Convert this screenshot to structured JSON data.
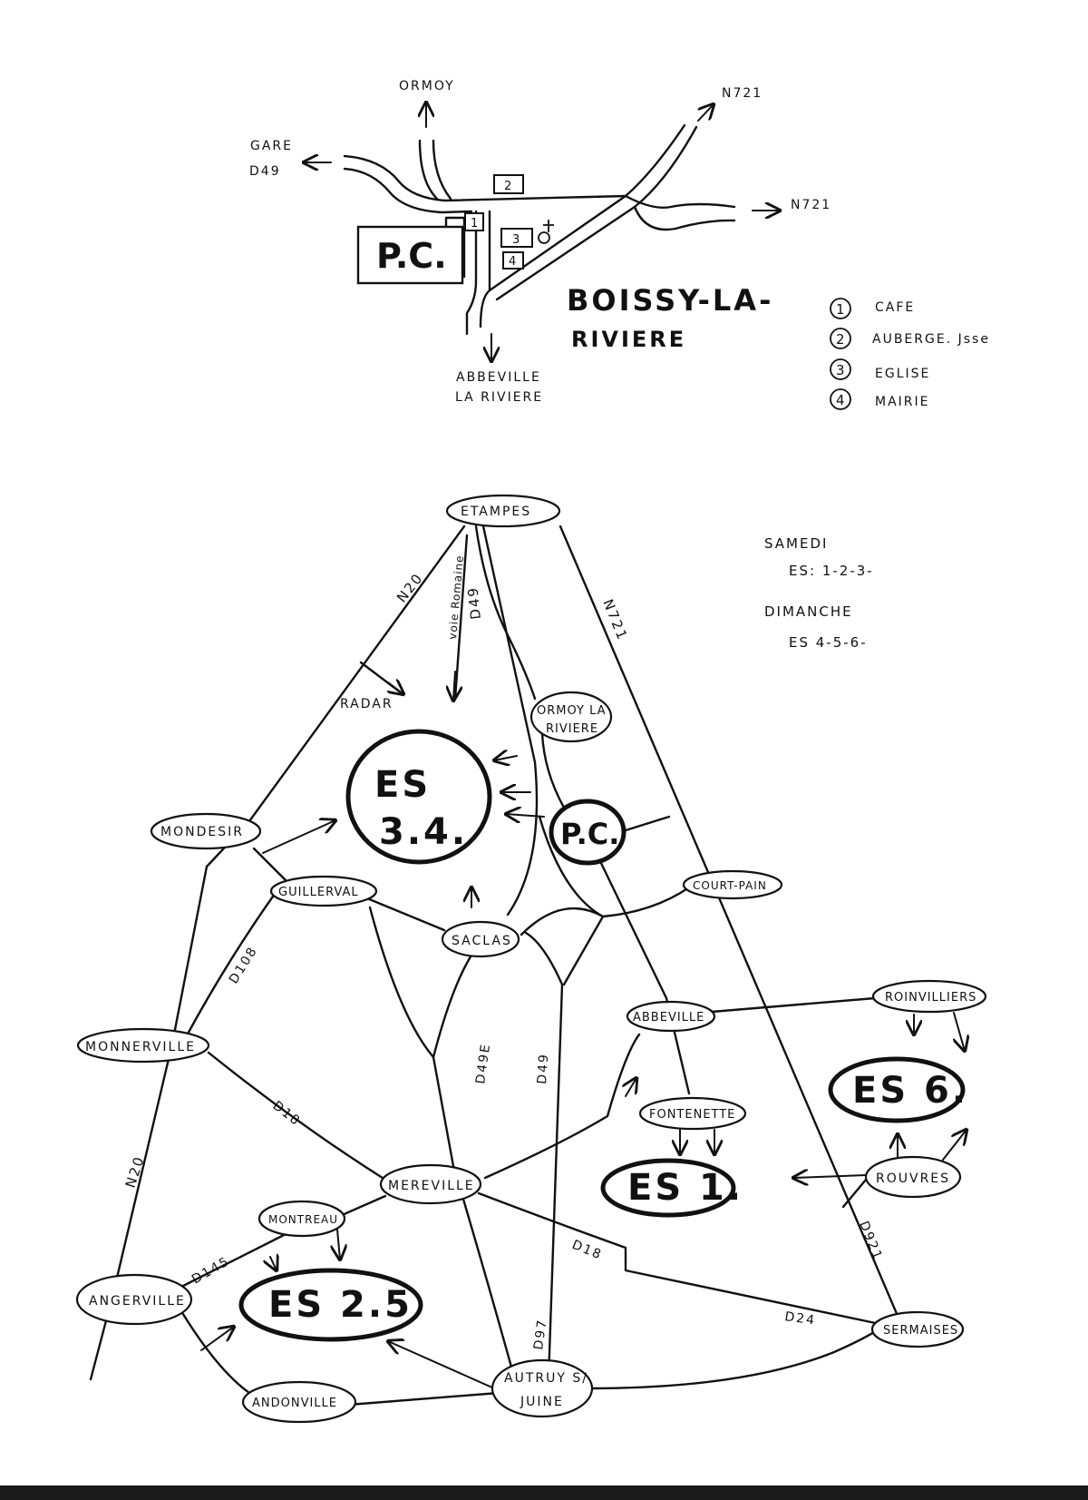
{
  "inset": {
    "directions": {
      "ormoy": "ORMOY",
      "gare": "GARE",
      "d49": "D49",
      "n721_top": "N721",
      "n721_right": "N721",
      "abbeville": "ABBEVILLE",
      "la_riviere": "LA RIVIERE"
    },
    "pc_label": "P.C.",
    "buildings": [
      "1",
      "2",
      "3",
      "4"
    ],
    "town_line1": "BOISSY-LA-",
    "town_line2": "RIVIERE"
  },
  "legend": [
    {
      "num": "1",
      "label": "CAFE"
    },
    {
      "num": "2",
      "label": "AUBERGE. Jsse"
    },
    {
      "num": "3",
      "label": "EGLISE"
    },
    {
      "num": "4",
      "label": "MAIRIE"
    }
  ],
  "schedule": {
    "day1": "SAMEDI",
    "day1_stages": "ES: 1-2-3-",
    "day2": "DIMANCHE",
    "day2_stages": "ES 4-5-6-"
  },
  "places": {
    "etampes": "ETAMPES",
    "ormoy_1": "ORMOY LA",
    "ormoy_2": "RIVIERE",
    "mondesir": "MONDESIR",
    "guillerval": "GUILLERVAL",
    "saclas": "SACLAS",
    "court_pain": "COURT-PAIN",
    "abbeville": "ABBEVILLE",
    "roinvilliers": "ROINVILLIERS",
    "monnerville": "MONNERVILLE",
    "fontenette": "FONTENETTE",
    "mereville": "MEREVILLE",
    "rouvres": "ROUVRES",
    "montreau": "MONTREAU",
    "angerville": "ANGERVILLE",
    "sermaises": "SERMAISES",
    "andonville": "ANDONVILLE",
    "autruy_1": "AUTRUY S/",
    "autruy_2": "JUINE"
  },
  "stages": {
    "es34_1": "ES",
    "es34_2": "3.4.",
    "pc": "P.C.",
    "es6": "ES 6.",
    "es1": "ES 1.",
    "es25": "ES 2.5"
  },
  "roads": {
    "n20_top": "N20",
    "n20_bottom": "N20",
    "voie_romaine": "voie Romaine",
    "d49_top": "D49",
    "n721": "N721",
    "radar": "RADAR",
    "d108": "D108",
    "d49e": "D49E",
    "d49_mid": "D49",
    "d18_left": "D18",
    "d18_right": "D18",
    "d145": "D145",
    "d97": "D97",
    "d24": "D24",
    "d921": "D921"
  }
}
